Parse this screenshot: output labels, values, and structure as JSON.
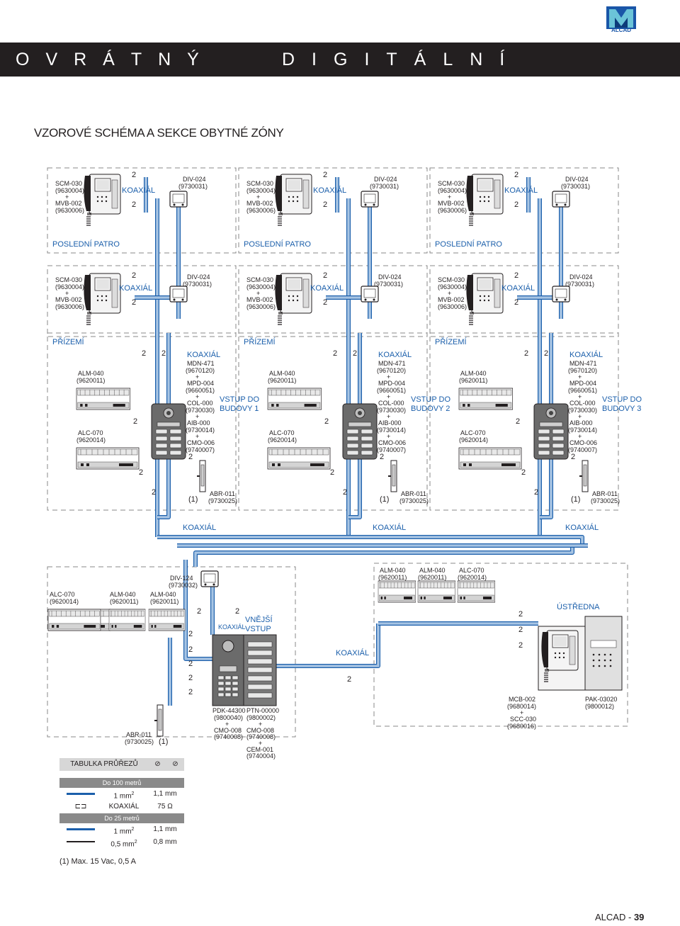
{
  "brand": {
    "name": "ALCAD"
  },
  "banner": {
    "left": "OVRÁTNÝ",
    "right": "DIGITÁLNÍ"
  },
  "section_title": "VZOROVÉ SCHÉMA A SEKCE OBYTNÉ ZÓNY",
  "labels": {
    "koaxial": "KOAXIÁL",
    "posledni_patro": "POSLEDNÍ PATRO",
    "prizemi": "PŘÍZEMÍ",
    "two": "2",
    "scm1": "SCM-030",
    "scm2": "(9630004)",
    "plus": "+",
    "mvb1": "MVB-002",
    "mvb2": "(9630006)",
    "div024a": "DIV-024",
    "div024b": "(9730031)",
    "alm040a": "ALM-040",
    "alm040b": "(9620011)",
    "alc070a": "ALC-070",
    "alc070b": "(9620014)",
    "mdn1": "MDN-471",
    "mdn2": "(9670120)",
    "mpd1": "MPD-004",
    "mpd2": "(9660051)",
    "col1": "COL-000",
    "col2": "(9730030)",
    "aib1": "AIB-000",
    "aib2": "(9730014)",
    "cmo1": "CMO-006",
    "cmo2": "(9740007)",
    "abr1": "ABR-011",
    "abr2": "(9730025)",
    "one": "(1)",
    "div124a": "DIV-124",
    "div124b": "(9730032)",
    "vnejsi1": "VNĚJŠÍ",
    "vnejsi2": "VSTUP",
    "ustredna": "ÚSTŘEDNA",
    "pdk1": "PDK-44300",
    "pdk2": "(9800040)",
    "cmo8a": "CMO-008",
    "cmo8b": "(9740008)",
    "ptn1": "PTN-00000",
    "ptn2": "(9800002)",
    "cem1": "CEM-001",
    "cem2": "(9740004)",
    "mcb1": "MCB-002",
    "mcb2": "(9680014)",
    "scc1": "SCC-030",
    "scc2": "(9680016)",
    "pak1": "PAK-03020",
    "pak2": "(9800012)"
  },
  "buildings": [
    {
      "vstup1": "VSTUP DO",
      "vstup2": "BUDOVY 1"
    },
    {
      "vstup1": "VSTUP DO",
      "vstup2": "BUDOVY 2"
    },
    {
      "vstup1": "VSTUP DO",
      "vstup2": "BUDOVY 3"
    }
  ],
  "table": {
    "title": "TABULKA PRŮŘEZŮ",
    "sub1": "Do 100 metrů",
    "r1a": "1 mm",
    "sup": "2",
    "r1b": "1,1 mm",
    "r2a": "KOAXIÁL",
    "r2b": "75 Ω",
    "sub2": "Do 25 metrů",
    "r3a": "1 mm",
    "r3b": "1,1 mm",
    "r4a": "0,5 mm",
    "r4b": "0,8 mm"
  },
  "note": "(1) Max. 15 Vac, 0,5 A",
  "footer": {
    "brand": "ALCAD",
    "sep": "-",
    "page": "39"
  },
  "colors": {
    "cable_blue": "#a7c4e3",
    "cable_outline": "#1b5fab",
    "dash": "#8a8a8a",
    "banner": "#231f20"
  }
}
